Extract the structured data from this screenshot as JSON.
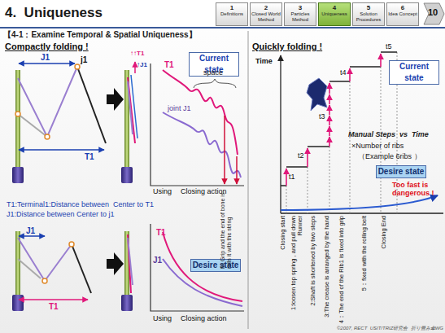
{
  "diagram": {
    "title": "4.  Uniqueness",
    "nodes": [
      {
        "text": [
          "1",
          "Definitions"
        ]
      },
      {
        "text": [
          "2",
          "Closed World Method"
        ]
      },
      {
        "text": [
          "3",
          "Particles Method"
        ]
      },
      {
        "text": [
          "4",
          "Uniqueness"
        ]
      },
      {
        "text": [
          "5",
          "Solution Procedures"
        ]
      },
      {
        "text": [
          "6",
          "Idea Concept"
        ]
      },
      {
        "text": [
          "Current state"
        ]
      },
      {
        "text": [
          "Desire state"
        ]
      },
      {
        "text": [
          "Current state"
        ]
      },
      {
        "text": [
          "Desire state"
        ]
      }
    ],
    "labels": [
      "【4-1：Examine Temporal & Spatial Uniqueness】",
      "Compactly folding !",
      "J1",
      "j1",
      "T1",
      "↑↑T1",
      "↑J1",
      "T1",
      "space",
      "joint J1",
      "Using",
      "Closing action",
      "fix Grip and the end of bone is rolls it with the string",
      "T1:Terminal1:Distance between  Center to T1",
      "J1:Distance between Center to j1",
      "J1",
      "T1",
      "T1",
      "J1",
      "Using",
      "Closing action",
      "Quickly folding !",
      "Time",
      "t5",
      "t4",
      "t3",
      "t2",
      "t1",
      "Manual Steps  vs  Time",
      "×Number of ribs",
      "（Example 6ribs ）",
      "Too fast is dangerous !",
      "Closing start",
      "1:loosen top spring , and pull down Runner",
      "2:Shaft is shortened by two steps",
      "3:The crease is arranged by the hand",
      "4：The end of the Rib1 is fixed into grip",
      "5：fixed with the rolling belt",
      "Closing End",
      "10",
      "©2007, RECT  USIT/TRIZ研究会  折り畳み傘WG"
    ]
  }
}
